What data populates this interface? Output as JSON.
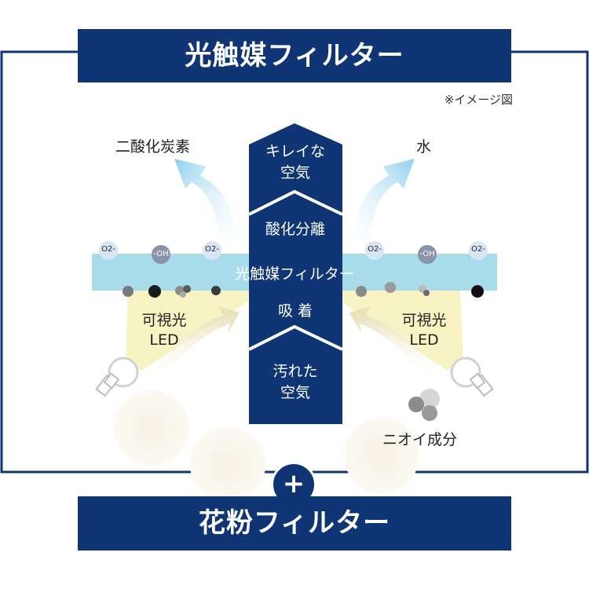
{
  "title": "光触媒フィルター",
  "image_note": "※イメージ図",
  "outputs": {
    "left": "二酸化炭素",
    "right": "水"
  },
  "center_column": {
    "top_line1": "キレイな",
    "top_line2": "空気",
    "middle": "酸化分離",
    "adsorb": "吸 着",
    "bottom_line1": "汚れた",
    "bottom_line2": "空気"
  },
  "filter_bar_label": "光触媒フィルター",
  "molecules": [
    "O2-",
    "-OH",
    "O2-",
    "O2-",
    "-OH",
    "O2-"
  ],
  "led": {
    "left_line1": "可視光",
    "left_line2": "LED",
    "right_line1": "可視光",
    "right_line2": "LED"
  },
  "odor_label": "ニオイ成分",
  "plus": "+",
  "second_filter": "花粉フィルター",
  "colors": {
    "navy": "#0f3575",
    "filter_blue": "#a9dcea",
    "led_yellow": "#f8f3c2",
    "arrow_blue": "#bfe6f7",
    "arrow_beige": "#eee7c8"
  }
}
